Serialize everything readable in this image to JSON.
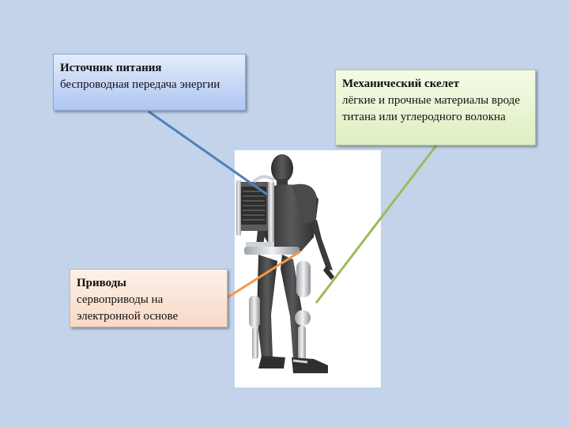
{
  "callouts": {
    "power": {
      "title": "Источник питания",
      "desc": "беспроводная передача энергии",
      "line_color": "#4f80bd"
    },
    "skeleton": {
      "title": "Механический скелет",
      "desc": "лёгкие и прочные материалы вроде титана или углеродного волокна",
      "line_color": "#9bbb59"
    },
    "drives": {
      "title": "Приводы",
      "desc": "сервоприводы на электронной основе",
      "line_color": "#f79646"
    }
  },
  "colors": {
    "background": "#c2d3ea",
    "suit_body": "#3e3e3e",
    "frame_metal": "#cfd3d8"
  }
}
